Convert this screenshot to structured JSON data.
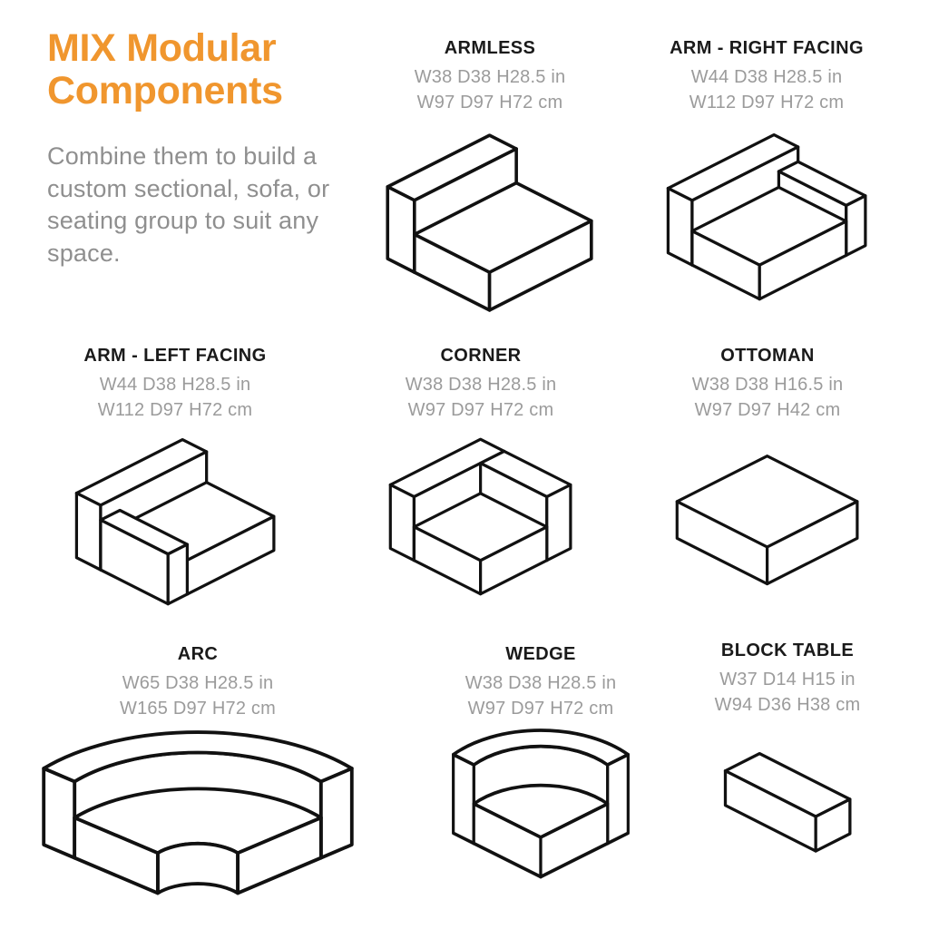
{
  "page": {
    "background": "#ffffff"
  },
  "header": {
    "title": "MIX Modular Components",
    "subtitle": "Combine them to build a custom sectional, sofa, or seating group to suit any space.",
    "accent_color": "#F0962E",
    "subtitle_color": "#8F8F8F"
  },
  "style": {
    "line_color": "#111111",
    "name_color": "#1A1A1A",
    "dims_color": "#9B9B9B"
  },
  "components": [
    {
      "id": "armless",
      "name": "ARMLESS",
      "dims_in": "W38 D38 H28.5 in",
      "dims_cm": "W97 D97 H72 cm"
    },
    {
      "id": "arm-right-facing",
      "name": "ARM - RIGHT FACING",
      "dims_in": "W44 D38 H28.5 in",
      "dims_cm": "W112 D97 H72 cm"
    },
    {
      "id": "arm-left-facing",
      "name": "ARM - LEFT FACING",
      "dims_in": "W44 D38 H28.5 in",
      "dims_cm": "W112 D97 H72 cm"
    },
    {
      "id": "corner",
      "name": "CORNER",
      "dims_in": "W38 D38 H28.5 in",
      "dims_cm": "W97 D97 H72 cm"
    },
    {
      "id": "ottoman",
      "name": "OTTOMAN",
      "dims_in": "W38 D38 H16.5 in",
      "dims_cm": "W97 D97 H42 cm"
    },
    {
      "id": "arc",
      "name": "ARC",
      "dims_in": "W65 D38 H28.5 in",
      "dims_cm": "W165 D97 H72 cm"
    },
    {
      "id": "wedge",
      "name": "WEDGE",
      "dims_in": "W38 D38 H28.5 in",
      "dims_cm": "W97 D97 H72 cm"
    },
    {
      "id": "block-table",
      "name": "BLOCK TABLE",
      "dims_in": "W37 D14 H15 in",
      "dims_cm": "W94 D36 H38 cm"
    }
  ]
}
